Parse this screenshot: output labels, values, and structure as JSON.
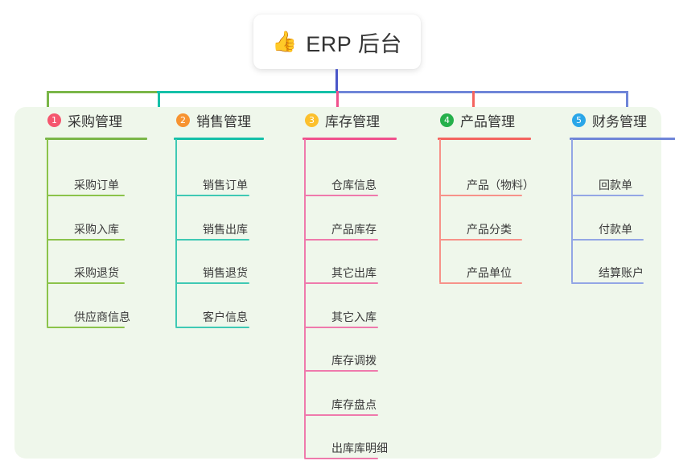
{
  "root": {
    "emoji": "👍",
    "emoji_name": "thumbs-up-icon",
    "title": "ERP 后台"
  },
  "colors": {
    "panel_background": "#eff7eb",
    "page_background": "#ffffff",
    "title_text": "#333333",
    "leaf_text": "#3a3a3a",
    "trunk": "#4a56c8",
    "branch_green": "#7ab648",
    "branch_teal": "#15c0a8",
    "branch_pink": "#f0518c",
    "branch_salmon": "#f4645f",
    "branch_blue": "#6f85d8"
  },
  "columns": [
    {
      "index": "1",
      "title": "采购管理",
      "badge_color": "#f5566e",
      "line_color": "#7ab648",
      "leaf_line_color": "#8bc34a",
      "items": [
        "采购订单",
        "采购入库",
        "采购退货",
        "供应商信息"
      ]
    },
    {
      "index": "2",
      "title": "销售管理",
      "badge_color": "#f79331",
      "line_color": "#15c0a8",
      "leaf_line_color": "#3fc9b4",
      "items": [
        "销售订单",
        "销售出库",
        "销售退货",
        "客户信息"
      ]
    },
    {
      "index": "3",
      "title": "库存管理",
      "badge_color": "#fcc02d",
      "line_color": "#f0518c",
      "leaf_line_color": "#ef7aac",
      "items": [
        "仓库信息",
        "产品库存",
        "其它出库",
        "其它入库",
        "库存调拨",
        "库存盘点",
        "出库库明细"
      ]
    },
    {
      "index": "4",
      "title": "产品管理",
      "badge_color": "#25b04b",
      "line_color": "#f4645f",
      "leaf_line_color": "#f79289",
      "items": [
        "产品（物料）",
        "产品分类",
        "产品单位"
      ]
    },
    {
      "index": "5",
      "title": "财务管理",
      "badge_color": "#2aa6e8",
      "line_color": "#6f85d8",
      "leaf_line_color": "#93a6e5",
      "items": [
        "回款单",
        "付款单",
        "结算账户"
      ]
    }
  ]
}
